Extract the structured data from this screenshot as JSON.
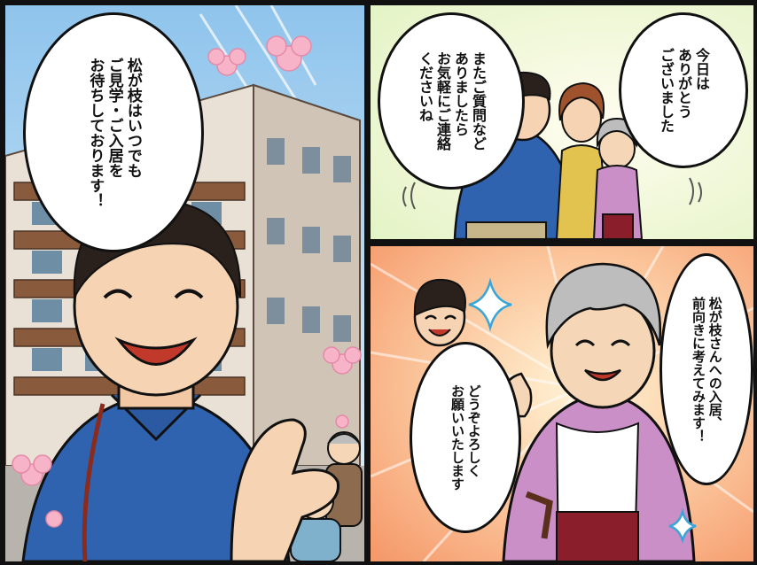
{
  "panel_top_left": {
    "bubble_text": "松が枝はいつでも\nご見学・ご入居を\nお待ちしております！"
  },
  "panel_top_right": {
    "bubble_staff_text": "またご質問など\nありましたら\nお気軽にご連絡\nくださいね",
    "bubble_family_text": "今日は\nありがとう\nございました"
  },
  "panel_bottom_right": {
    "bubble_elder_text": "松が枝さんへの入居、\n前向きに考えてみます！",
    "bubble_staff_text": "どうぞよろしく\nお願いいたします"
  },
  "colors": {
    "border": "#111111",
    "sky": "#bfe0f7",
    "building_wall": "#e9e1d6",
    "balcony": "#8a5a3c",
    "staff_shirt": "#2f63b0",
    "cardigan": "#c98fc6",
    "burst_center": "#fff4d6",
    "burst_edge": "#f59a6b",
    "sakura": "#f7b3c8"
  }
}
